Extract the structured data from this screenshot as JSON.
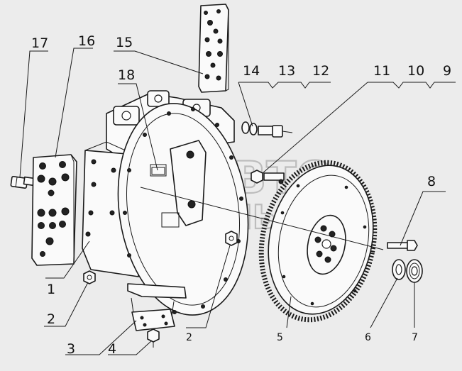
{
  "watermark": {
    "line1": "АВТО",
    "line2": "АЛЬЯНС"
  },
  "callouts": {
    "c1": "1",
    "c2a": "2",
    "c2b": "2",
    "c3": "3",
    "c4": "4",
    "c5": "5",
    "c6": "6",
    "c7": "7",
    "c8": "8",
    "c9": "9",
    "c10": "10",
    "c11": "11",
    "c12": "12",
    "c13": "13",
    "c14": "14",
    "c15": "15",
    "c16": "16",
    "c17": "17",
    "c18": "18"
  }
}
